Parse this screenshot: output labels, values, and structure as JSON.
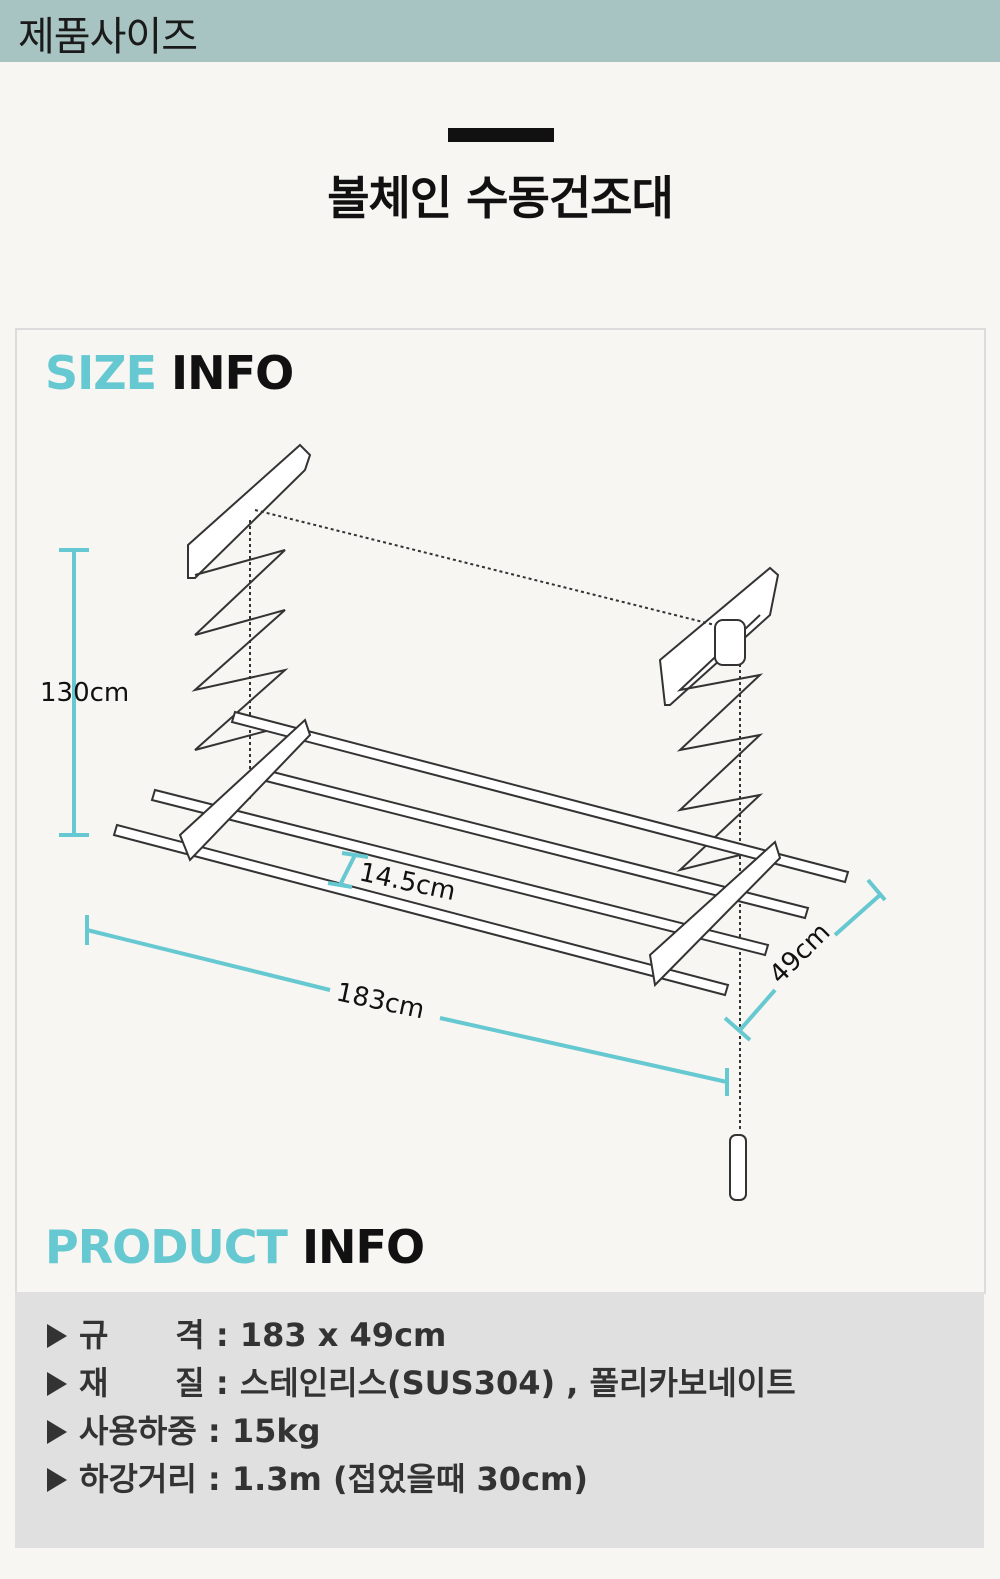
{
  "header": {
    "title": "제품사이즈"
  },
  "product": {
    "name": "볼체인 수동건조대"
  },
  "size_info": {
    "accent": "SIZE",
    "rest": "INFO",
    "dims": {
      "height": "130cm",
      "gap": "14.5cm",
      "width": "183cm",
      "depth": "49cm"
    }
  },
  "product_info": {
    "accent": "PRODUCT",
    "rest": "INFO",
    "rows": [
      {
        "label": "규      격",
        "value": "183 x 49cm"
      },
      {
        "label": "재      질",
        "value": "스테인리스(SUS304) , 폴리카보네이트"
      },
      {
        "label": "사용하중",
        "value": "15kg"
      },
      {
        "label": "하강거리",
        "value": "1.3m (접었을때 30cm)"
      }
    ]
  },
  "colors": {
    "accent": "#66c8d0",
    "header_bg": "#a8c4c2",
    "info_bg": "#e0e0e0"
  }
}
